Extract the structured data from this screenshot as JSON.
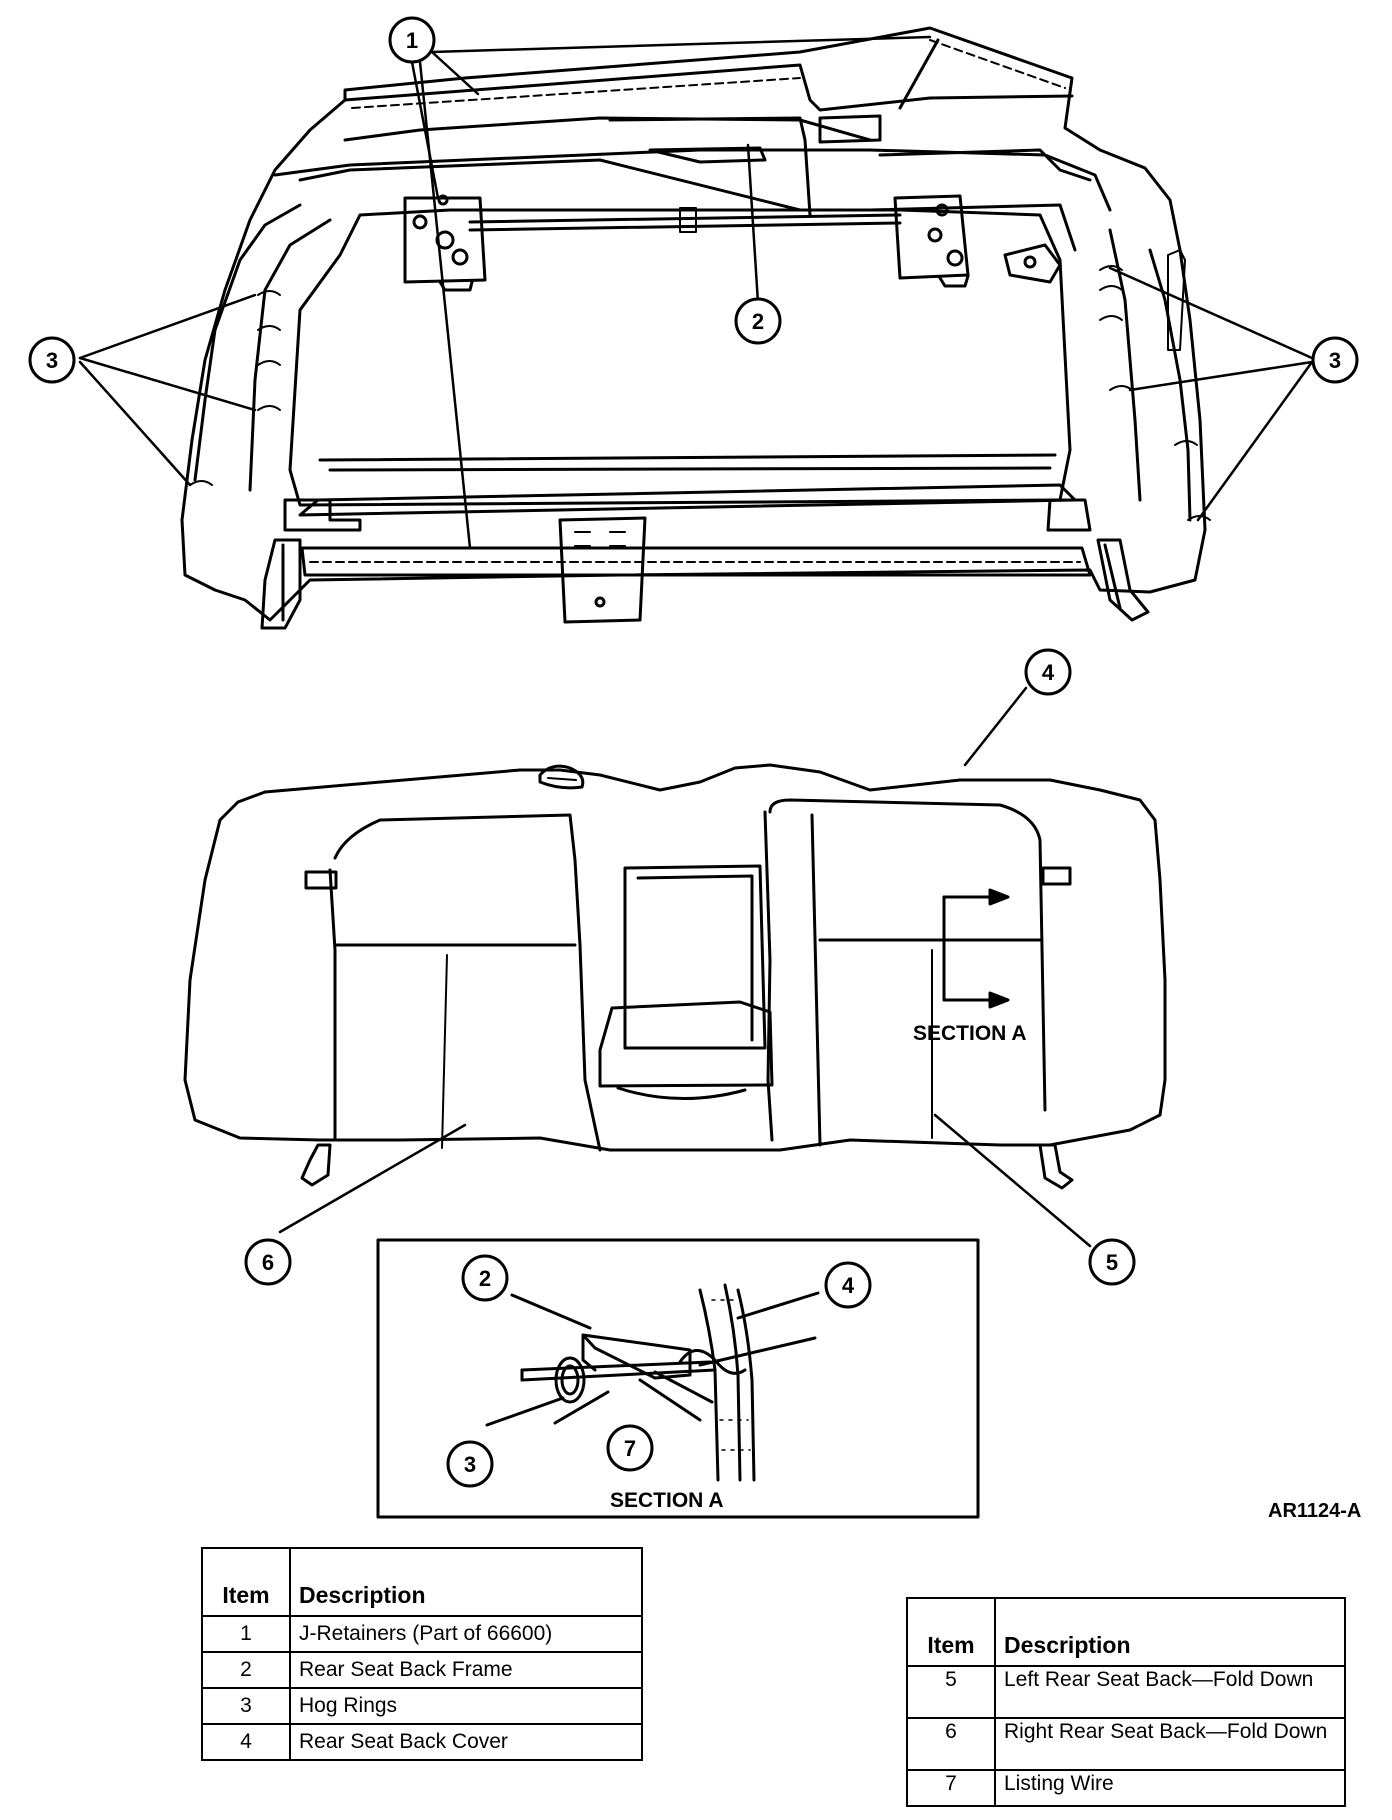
{
  "callouts": {
    "c1": "1",
    "c2": "2",
    "c3_left": "3",
    "c3_right": "3",
    "c4": "4",
    "c5": "5",
    "c6": "6",
    "inset_c2": "2",
    "inset_c4": "4",
    "inset_c3": "3",
    "inset_c7": "7"
  },
  "section_label_main": "SECTION A",
  "section_label_inset": "SECTION A",
  "drawing_code": "AR1124-A",
  "legend_left": {
    "header_item": "Item",
    "header_desc": "Description",
    "rows": [
      {
        "item": "1",
        "desc": "J-Retainers (Part of 66600)"
      },
      {
        "item": "2",
        "desc": "Rear Seat Back Frame"
      },
      {
        "item": "3",
        "desc": "Hog Rings"
      },
      {
        "item": "4",
        "desc": "Rear Seat Back Cover"
      }
    ]
  },
  "legend_right": {
    "header_item": "Item",
    "header_desc": "Description",
    "rows": [
      {
        "item": "5",
        "desc": "Left Rear Seat Back—Fold Down"
      },
      {
        "item": "6",
        "desc": "Right Rear Seat Back—Fold Down"
      },
      {
        "item": "7",
        "desc": "Listing Wire"
      }
    ]
  }
}
